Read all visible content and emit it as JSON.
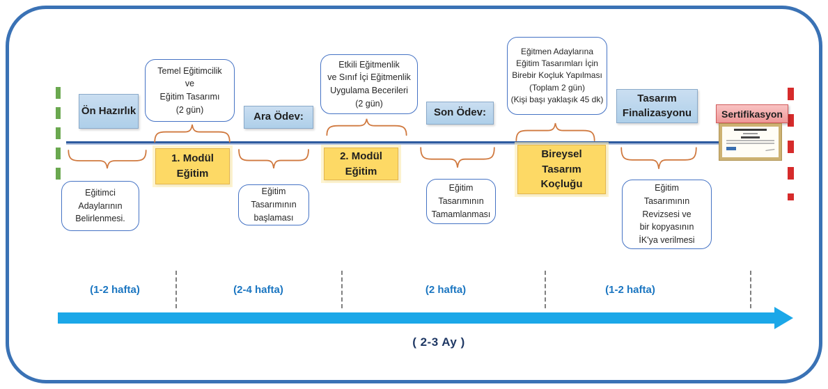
{
  "stages": [
    {
      "label": "Ön Hazırlık"
    },
    {
      "label": "Ara Ödev:"
    },
    {
      "label": "Son Ödev:"
    },
    {
      "label": "Tasarım Finalizasyonu"
    }
  ],
  "modules": [
    {
      "label": "1. Modül\nEğitim"
    },
    {
      "label": "2. Modül\nEğitim"
    },
    {
      "label": "Bireysel\nTasarım\nKoçluğu"
    }
  ],
  "certification": {
    "label": "Sertifikasyon"
  },
  "top_notes": [
    {
      "text": "Temel Eğitimcilik\nve\nEğitim Tasarımı\n(2 gün)"
    },
    {
      "text": "Etkili Eğitmenlik\nve Sınıf İçi Eğitmenlik\nUygulama Becerileri\n(2 gün)"
    },
    {
      "text": "Eğitmen Adaylarına\nEğitim Tasarımları İçin\nBirebir Koçluk Yapılması\n(Toplam 2 gün)\n(Kişi başı yaklaşık 45 dk)"
    }
  ],
  "bottom_notes": [
    {
      "text": "Eğitimci\nAdaylarının\nBelirlenmesi."
    },
    {
      "text": "Eğitim\nTasarımının\nbaşlaması"
    },
    {
      "text": "Eğitim\nTasarımının\nTamamlanması"
    },
    {
      "text": "Eğitim\nTasarımının\nRevizsesi ve\nbir kopyasının\nİK'ya verilmesi"
    }
  ],
  "durations": [
    "(1-2 hafta)",
    "(2-4 hafta)",
    "(2 hafta)",
    "(1-2 hafta)"
  ],
  "total_duration": "( 2-3 Ay )",
  "colors": {
    "stage_box": "#bcd6ee",
    "module_box": "#fdd965",
    "certification_box": "#f2a7a7",
    "timeline": "#2e5b9f",
    "arrow": "#1ba7e8",
    "brace": "#d0793f",
    "start_marker": "#6aa84f",
    "end_marker": "#d62b2b",
    "duration_text": "#1b76c1",
    "total_text": "#1f3864",
    "frame_border": "#3a72b5"
  }
}
